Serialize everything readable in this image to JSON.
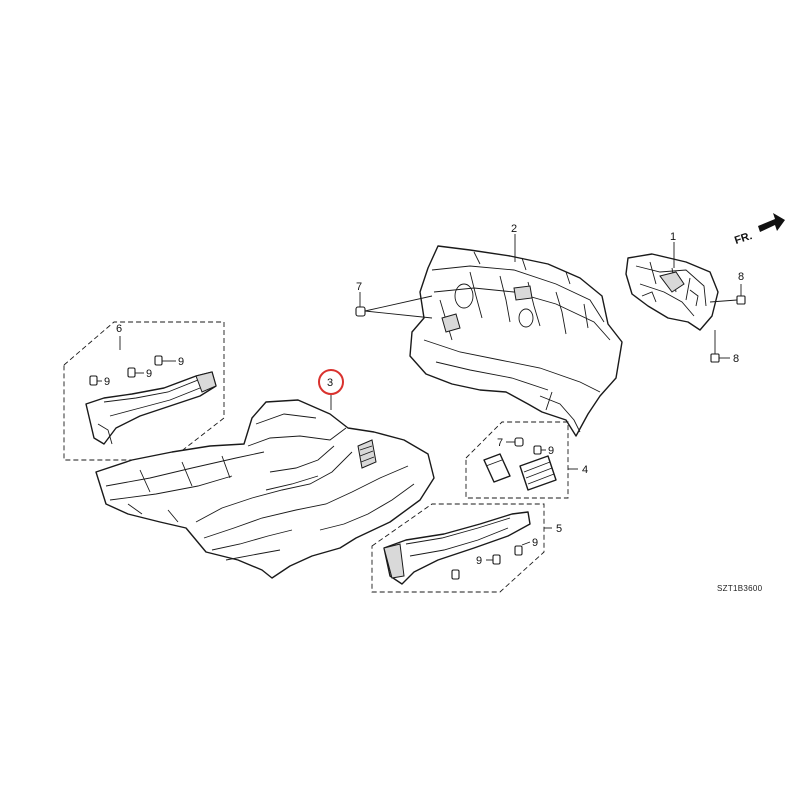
{
  "diagram_code": "SZT1B3600",
  "direction_label": "FR.",
  "highlight_color": "#d9322e",
  "callouts": {
    "c1": "1",
    "c2": "2",
    "c3": "3",
    "c4": "4",
    "c5": "5",
    "c6": "6",
    "c7a": "7",
    "c7b": "7",
    "c8a": "8",
    "c8b": "8",
    "c9a": "9",
    "c9b": "9",
    "c9c": "9",
    "c9d": "9",
    "c9e": "9",
    "c9f": "9"
  }
}
